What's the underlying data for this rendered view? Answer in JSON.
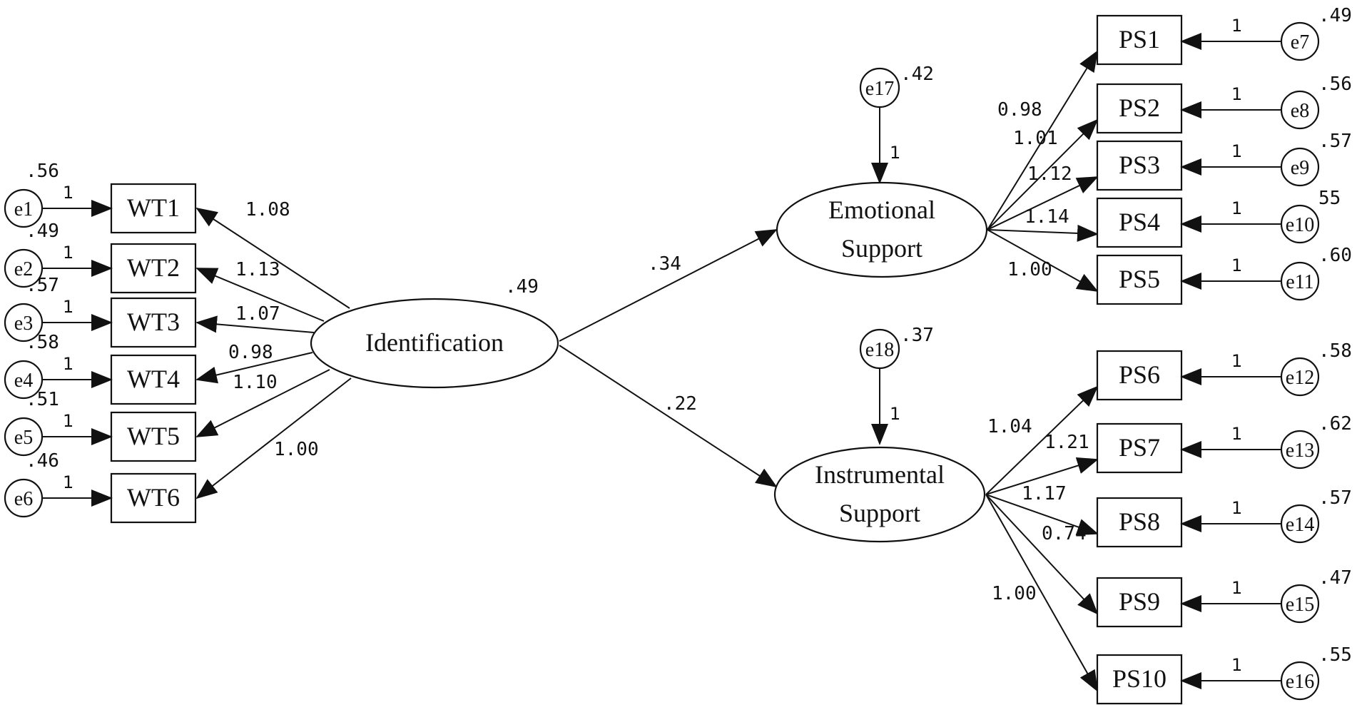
{
  "latent": {
    "identification": {
      "label": "Identification",
      "variance": ".49"
    },
    "emotional": {
      "line1": "Emotional",
      "line2": "Support"
    },
    "instrumental": {
      "line1": "Instrumental",
      "line2": "Support"
    }
  },
  "structural_paths": {
    "id_to_emotional": ".34",
    "id_to_instrumental": ".22"
  },
  "disturbances": {
    "e17": {
      "label": "e17",
      "variance": ".42",
      "weight": "1"
    },
    "e18": {
      "label": "e18",
      "variance": ".37",
      "weight": "1"
    }
  },
  "wt_items": [
    {
      "label": "WT1",
      "error": "e1",
      "error_variance": ".56",
      "error_weight": "1",
      "loading": "1.08"
    },
    {
      "label": "WT2",
      "error": "e2",
      "error_variance": ".49",
      "error_weight": "1",
      "loading": "1.13"
    },
    {
      "label": "WT3",
      "error": "e3",
      "error_variance": ".57",
      "error_weight": "1",
      "loading": "1.07"
    },
    {
      "label": "WT4",
      "error": "e4",
      "error_variance": ".58",
      "error_weight": "1",
      "loading": "0.98"
    },
    {
      "label": "WT5",
      "error": "e5",
      "error_variance": ".51",
      "error_weight": "1",
      "loading": "1.10"
    },
    {
      "label": "WT6",
      "error": "e6",
      "error_variance": ".46",
      "error_weight": "1",
      "loading": "1.00"
    }
  ],
  "ps_emotional": [
    {
      "label": "PS1",
      "error": "e7",
      "error_variance": ".49",
      "error_weight": "1",
      "loading": "0.98"
    },
    {
      "label": "PS2",
      "error": "e8",
      "error_variance": ".56",
      "error_weight": "1",
      "loading": "1.01"
    },
    {
      "label": "PS3",
      "error": "e9",
      "error_variance": ".57",
      "error_weight": "1",
      "loading": "1.12"
    },
    {
      "label": "PS4",
      "error": "e10",
      "error_variance": "55",
      "error_weight": "1",
      "loading": "1.14"
    },
    {
      "label": "PS5",
      "error": "e11",
      "error_variance": ".60",
      "error_weight": "1",
      "loading": "1.00"
    }
  ],
  "ps_instrumental": [
    {
      "label": "PS6",
      "error": "e12",
      "error_variance": ".58",
      "error_weight": "1",
      "loading": "1.04"
    },
    {
      "label": "PS7",
      "error": "e13",
      "error_variance": ".62",
      "error_weight": "1",
      "loading": "1.21"
    },
    {
      "label": "PS8",
      "error": "e14",
      "error_variance": ".57",
      "error_weight": "1",
      "loading": "1.17"
    },
    {
      "label": "PS9",
      "error": "e15",
      "error_variance": ".47",
      "error_weight": "1",
      "loading": "0.74"
    },
    {
      "label": "PS10",
      "error": "e16",
      "error_variance": ".55",
      "error_weight": "1",
      "loading": "1.00"
    }
  ]
}
